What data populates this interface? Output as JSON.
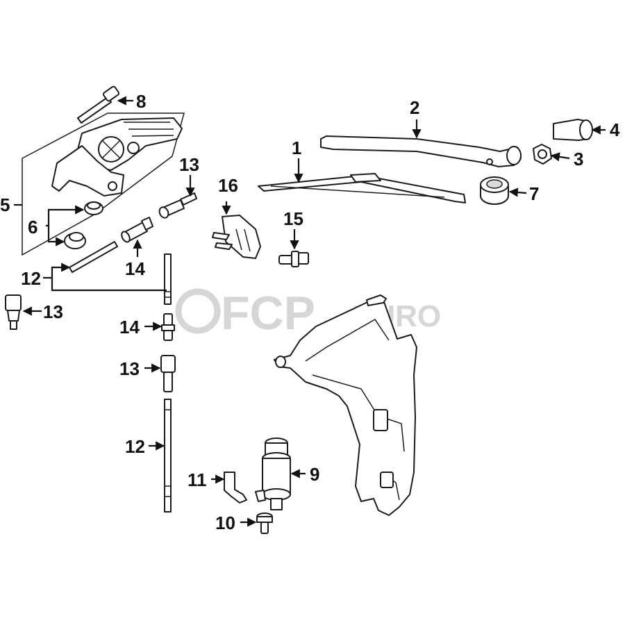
{
  "watermark": {
    "brand": "FCP",
    "suffix": "EURO",
    "color": "#d6d6d6"
  },
  "callouts": {
    "c1": "1",
    "c2": "2",
    "c3": "3",
    "c4": "4",
    "c5": "5",
    "c6": "6",
    "c7": "7",
    "c8": "8",
    "c9": "9",
    "c10": "10",
    "c11": "11",
    "c12a": "12",
    "c12b": "12",
    "c13a": "13",
    "c13b": "13",
    "c13c": "13",
    "c14a": "14",
    "c14b": "14",
    "c15": "15",
    "c16": "16"
  },
  "colors": {
    "line": "#1a1a1a",
    "fill": "#ffffff",
    "shade": "#d9d9d9"
  }
}
